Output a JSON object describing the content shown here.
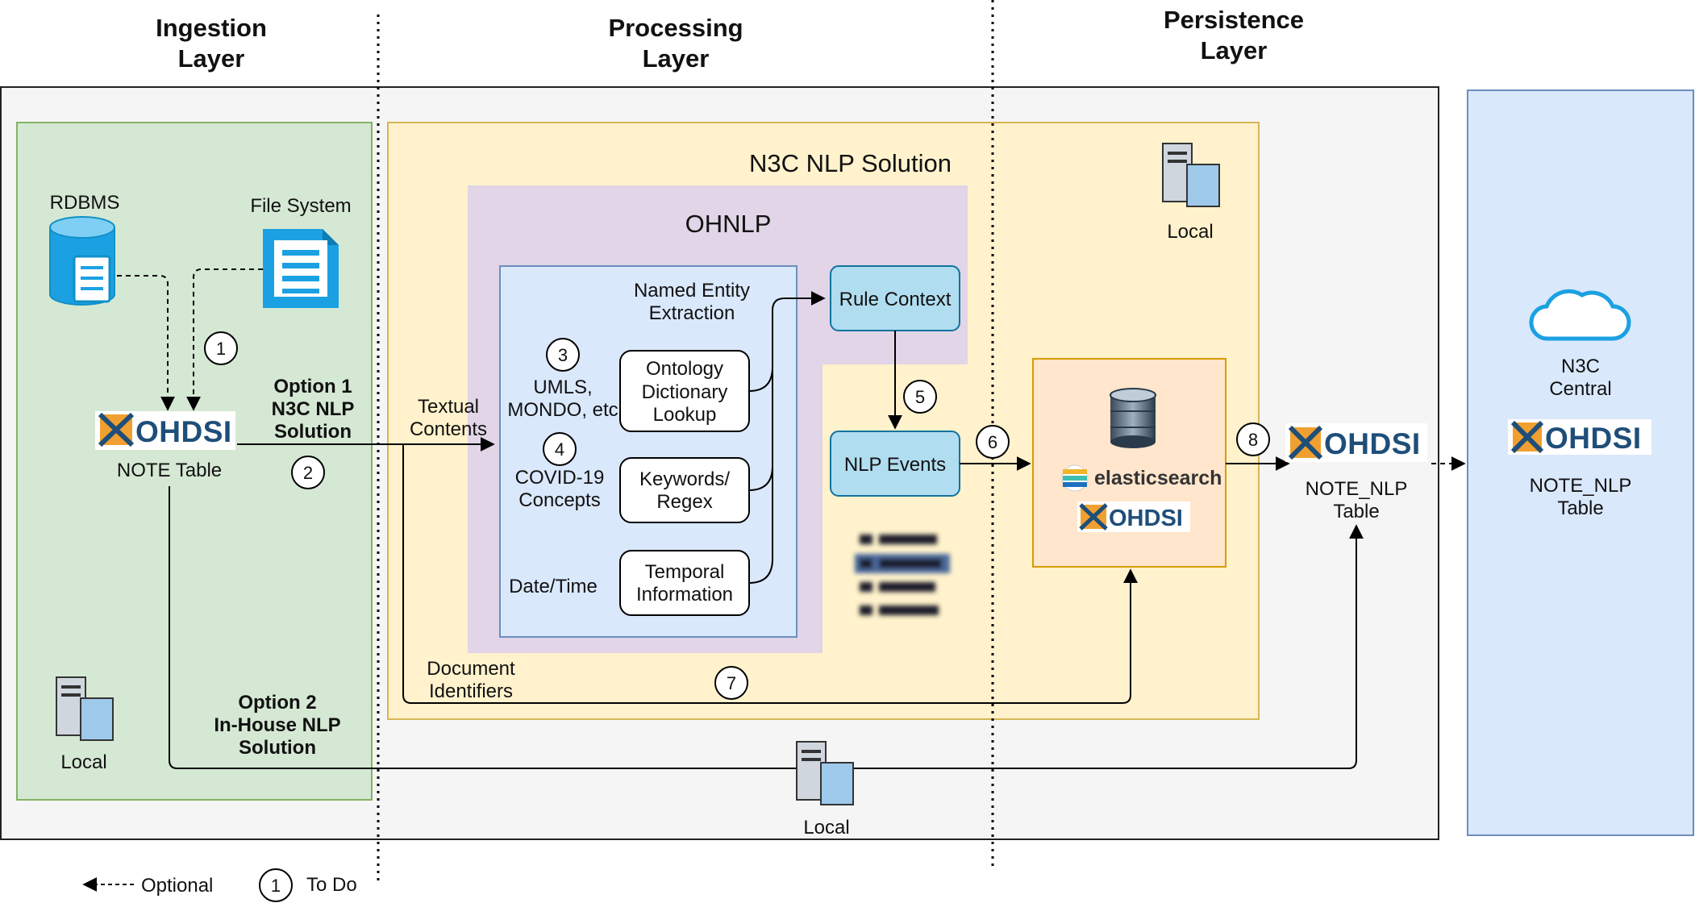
{
  "layers": {
    "ingestion": [
      "Ingestion",
      "Layer"
    ],
    "processing": [
      "Processing",
      "Layer"
    ],
    "persistence": [
      "Persistence",
      "Layer"
    ]
  },
  "sources": {
    "rdbms": "RDBMS",
    "file_system": "File System"
  },
  "note_table": "NOTE Table",
  "logo_text": "OHDSI",
  "n3c_nlp_solution": "N3C NLP Solution",
  "ohnlp": "OHNLP",
  "named_entity": [
    "Named Entity",
    "Extraction"
  ],
  "nodes": {
    "ontology": [
      "Ontology",
      "Dictionary",
      "Lookup"
    ],
    "keywords": [
      "Keywords/",
      "Regex"
    ],
    "temporal": [
      "Temporal",
      "Information"
    ],
    "rule_context": "Rule Context",
    "nlp_events": "NLP Events"
  },
  "labels": {
    "umls": [
      "UMLS,",
      "MONDO, etc"
    ],
    "covid": [
      "COVID-19",
      "Concepts"
    ],
    "datetime": "Date/Time",
    "textual_contents": [
      "Textual",
      "Contents"
    ],
    "document_identifiers": [
      "Document",
      "Identifiers"
    ],
    "option1": [
      "Option 1",
      "N3C NLP",
      "Solution"
    ],
    "option2": [
      "Option 2",
      "In-House NLP",
      "Solution"
    ],
    "elasticsearch": "elasticsearch",
    "note_nlp_table": [
      "NOTE_NLP",
      "Table"
    ],
    "n3c_central": [
      "N3C",
      "Central"
    ],
    "local": "Local"
  },
  "steps": [
    "1",
    "2",
    "3",
    "4",
    "5",
    "6",
    "7",
    "8"
  ],
  "legend": {
    "optional": "Optional",
    "todo_num": "1",
    "todo": "To Do"
  },
  "colors": {
    "ingestion_bg": "#d5e8d4",
    "ingestion_border": "#82b366",
    "n3c_bg": "#fff2cc",
    "n3c_border": "#d6b656",
    "ohnlp_bg": "#e1d5e7",
    "ner_bg": "#dae8fc",
    "ner_border": "#6c8ebf",
    "node_blue": "#b1ddf0",
    "persist_bg": "#ffe6cc",
    "persist_border": "#d79b00",
    "central_bg": "#dae8fc",
    "outer_bg": "#f5f5f5",
    "icon_blue": "#1ba1e2"
  }
}
